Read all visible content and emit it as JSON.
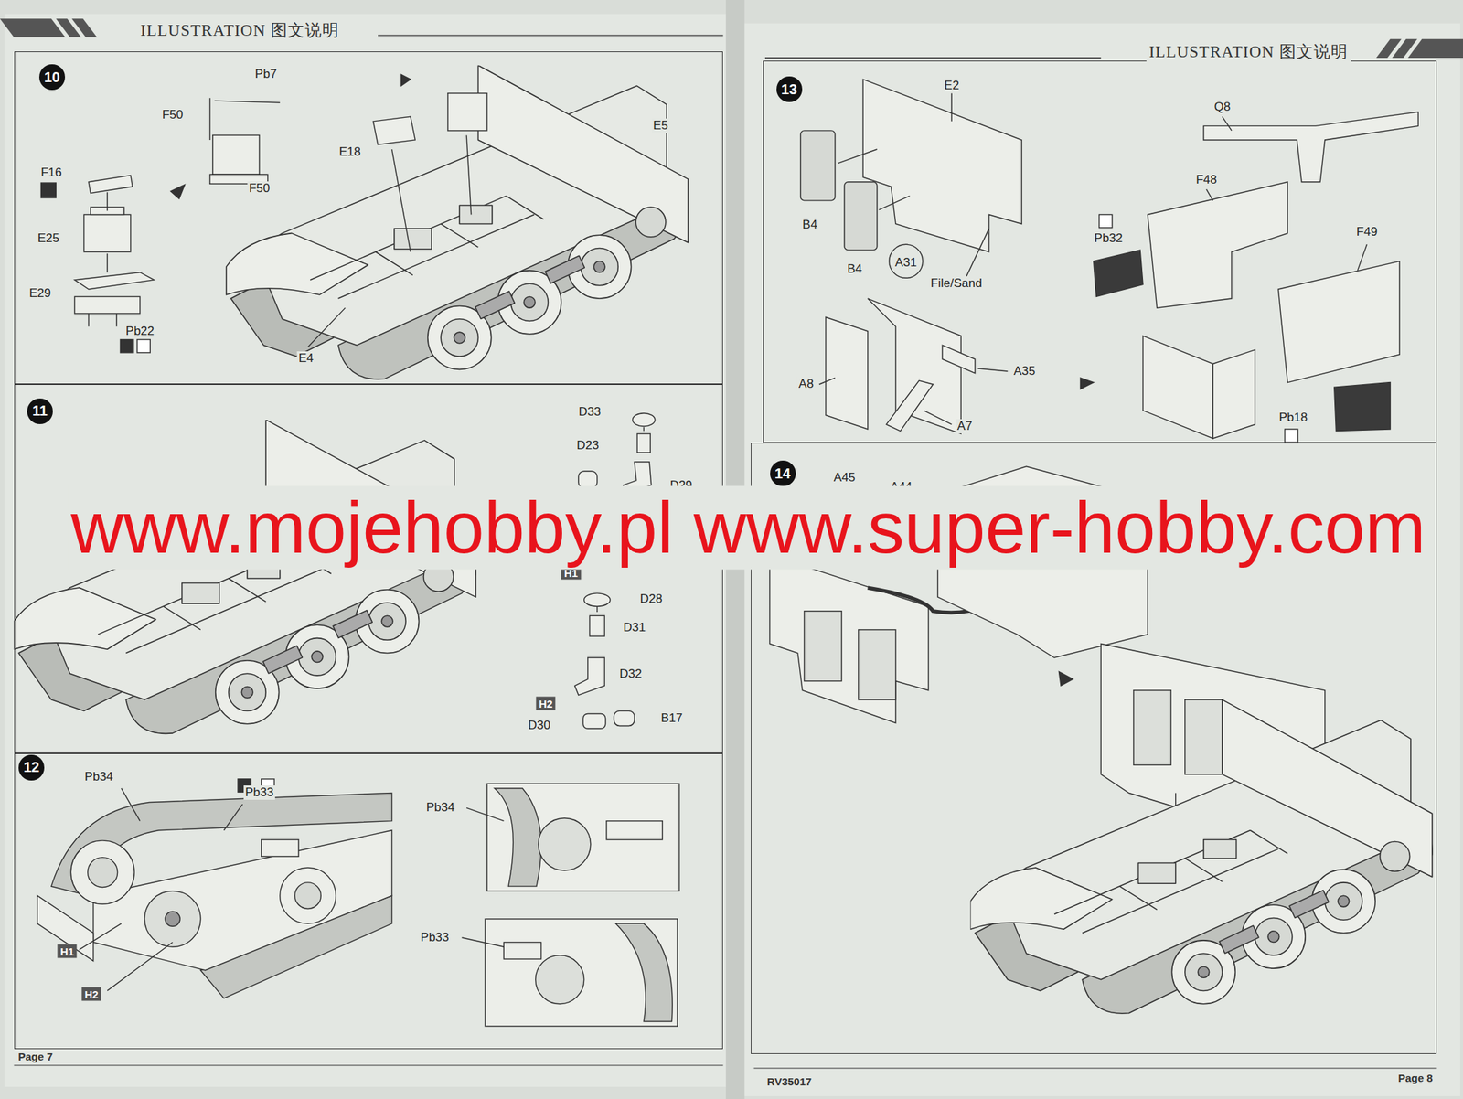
{
  "diagram": {
    "nodes": [
      {
        "text": [
          "10"
        ]
      },
      {
        "text": [
          "11"
        ]
      },
      {
        "text": [
          "12"
        ]
      },
      {
        "text": [
          "13"
        ]
      },
      {
        "text": [
          "14"
        ]
      }
    ],
    "labels": [
      "ILLUSTRATION 图文说明",
      "ILLUSTRATION 图文说明",
      "Pb7",
      "F50",
      "F16",
      "E18",
      "E5",
      "E25",
      "F50",
      "E29",
      "Pb22",
      "E4",
      "D33",
      "D23",
      "B17",
      "D29",
      "H1",
      "D28",
      "D31",
      "D32",
      "H2",
      "D30",
      "B17",
      "Pb34",
      "Pb33",
      "H1",
      "H2",
      "Pb34",
      "Pb33",
      "E2",
      "Q8",
      "F48",
      "B4",
      "Pb32",
      "F49",
      "A31",
      "B4",
      "File/Sand",
      "A35",
      "A8",
      "A7",
      "Pb18",
      "A44",
      "A45",
      "Page 7",
      "RV35017",
      "Page 8",
      "www.mojehobby.pl www.super-hobby.com"
    ]
  }
}
